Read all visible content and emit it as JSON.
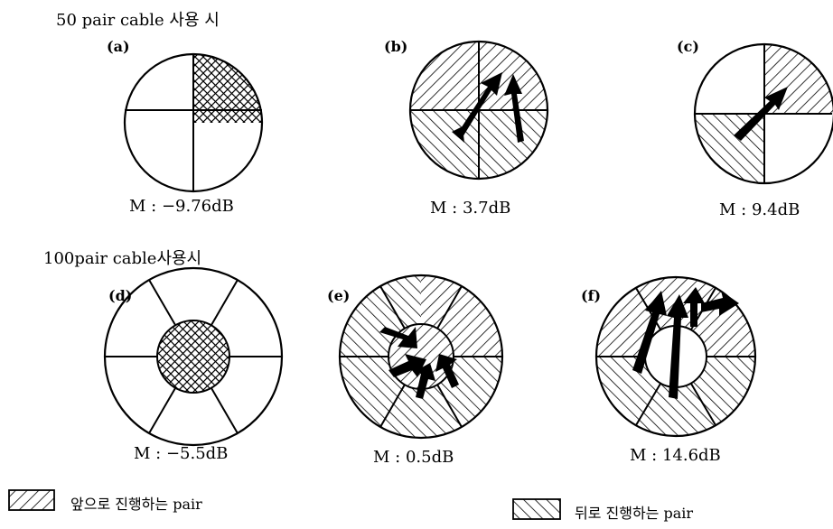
{
  "sections": {
    "top": "50 pair cable 사용 시",
    "bottom": "100pair cable사용시"
  },
  "panels": [
    {
      "id": "a",
      "label": "(a)",
      "m": "M : −9.76dB"
    },
    {
      "id": "b",
      "label": "(b)",
      "m": "M : 3.7dB"
    },
    {
      "id": "c",
      "label": "(c)",
      "m": "M : 9.4dB"
    },
    {
      "id": "d",
      "label": "(d)",
      "m": "M : −5.5dB"
    },
    {
      "id": "e",
      "label": "(e)",
      "m": "M : 0.5dB"
    },
    {
      "id": "f",
      "label": "(f)",
      "m": "M : 14.6dB"
    }
  ],
  "legend": {
    "forward": "앞으로 진행하는 pair",
    "backward": "뒤로 진행하는 pair"
  }
}
